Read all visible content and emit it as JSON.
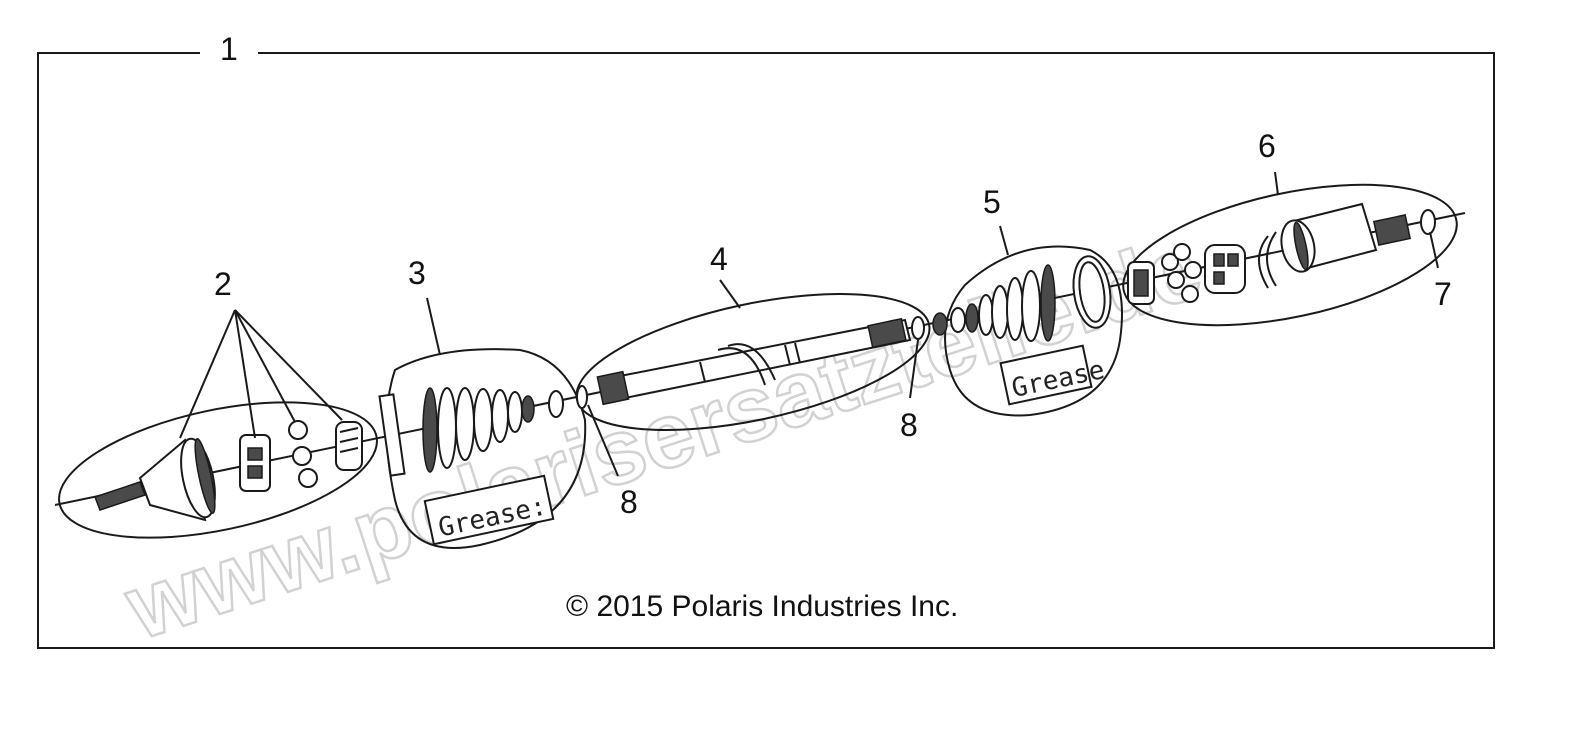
{
  "diagram": {
    "frame_label": "1",
    "callouts": {
      "c2": "2",
      "c3": "3",
      "c4": "4",
      "c5": "5",
      "c6": "6",
      "c7": "7",
      "c8a": "8",
      "c8b": "8"
    },
    "grease_labels": {
      "boot_left": "Grease:",
      "boot_right": "Grease"
    },
    "copyright": "© 2015 Polaris Industries Inc.",
    "watermark": "www.polarisersatzteile.de"
  }
}
